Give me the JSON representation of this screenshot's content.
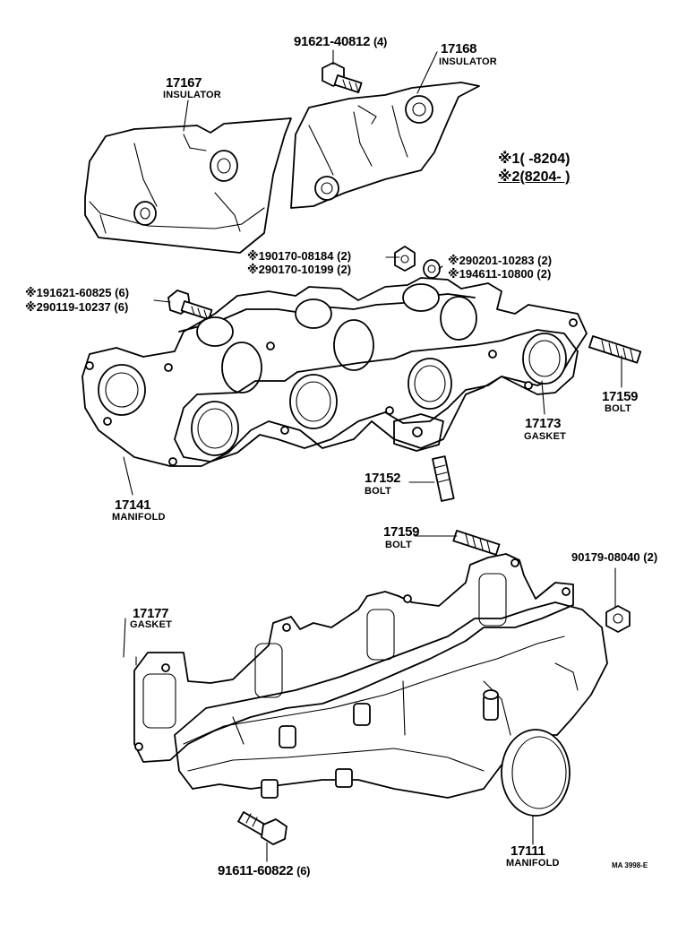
{
  "legend": {
    "line1_mark": "※1",
    "line1_text": "(      -8204)",
    "line2_mark": "※2",
    "line2_text": "(8204-        )"
  },
  "parts": {
    "p91621_40812": {
      "number": "91621-40812",
      "qty": "(4)"
    },
    "p17168": {
      "number": "17168",
      "name": "INSULATOR"
    },
    "p17167": {
      "number": "17167",
      "name": "INSULATOR"
    },
    "p90170_08184": {
      "mark": "※1",
      "number": "90170-08184",
      "qty": "(2)"
    },
    "p90170_10199": {
      "mark": "※2",
      "number": "90170-10199",
      "qty": "(2)"
    },
    "p90201_10283": {
      "mark": "※2",
      "number": "90201-10283",
      "qty": "(2)"
    },
    "p94611_10800": {
      "mark": "※1",
      "number": "94611-10800",
      "qty": "(2)"
    },
    "p91621_60825": {
      "mark": "※1",
      "number": "91621-60825",
      "qty": "(6)"
    },
    "p90119_10237": {
      "mark": "※2",
      "number": "90119-10237",
      "qty": "(6)"
    },
    "p17159_a": {
      "number": "17159",
      "name": "BOLT"
    },
    "p17173": {
      "number": "17173",
      "name": "GASKET"
    },
    "p17152": {
      "number": "17152",
      "name": "BOLT"
    },
    "p17141": {
      "number": "17141",
      "name": "MANIFOLD"
    },
    "p17159_b": {
      "number": "17159",
      "name": "BOLT"
    },
    "p90179_08040": {
      "number": "90179-08040",
      "qty": "(2)"
    },
    "p17177": {
      "number": "17177",
      "name": "GASKET"
    },
    "p17111": {
      "number": "17111",
      "name": "MANIFOLD"
    },
    "p91611_60822": {
      "number": "91611-60822",
      "qty": "(6)"
    }
  },
  "drawing_code": "MA 3998-E"
}
